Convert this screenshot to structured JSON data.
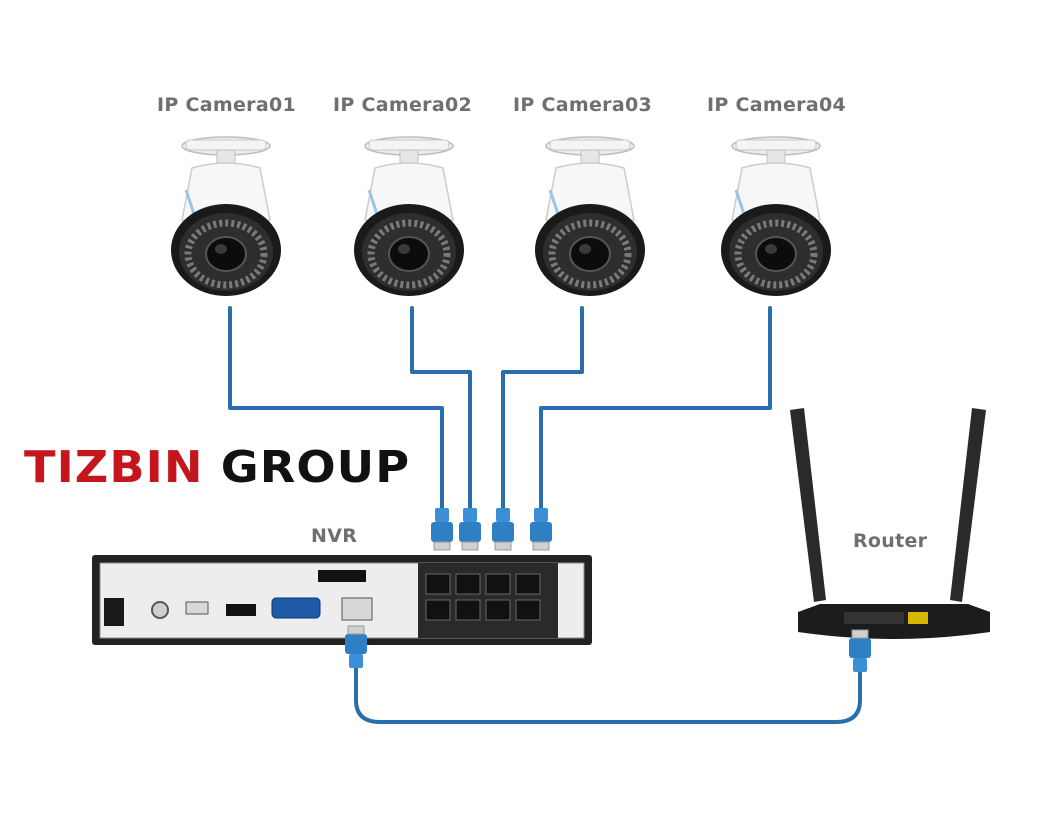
{
  "cameras": [
    {
      "label": "IP Camera01"
    },
    {
      "label": "IP Camera02"
    },
    {
      "label": "IP Camera03"
    },
    {
      "label": "IP Camera04"
    }
  ],
  "nvr": {
    "label": "NVR"
  },
  "router": {
    "label": "Router"
  },
  "logo": {
    "part1": "TIZBIN",
    "part2": " GROUP"
  },
  "colors": {
    "cable": "#2a6fad",
    "connector": "#3b8fd6",
    "logo_red": "#c4161c",
    "logo_black": "#111111",
    "label_gray": "#6f6f6f"
  }
}
